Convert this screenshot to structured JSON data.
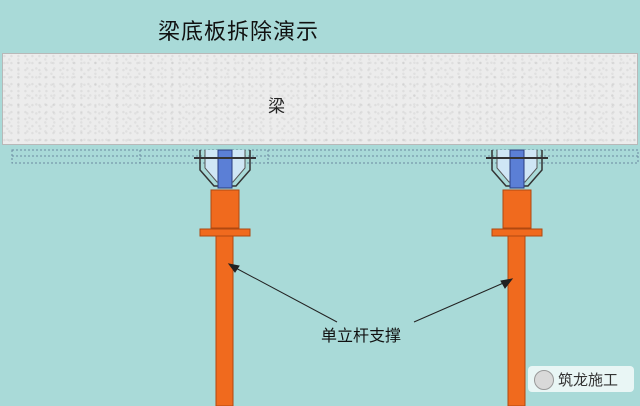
{
  "title": "梁底板拆除演示",
  "beam_label": "梁",
  "annotation": "单立杆支撑",
  "watermark": {
    "text": "筑龙施工",
    "icon": "wechat-icon"
  },
  "colors": {
    "background": "#a9dad8",
    "beam": "#ececec",
    "pole": "#f06a1e",
    "pole_outline": "#b04810",
    "connector": "#5b7fd6"
  }
}
